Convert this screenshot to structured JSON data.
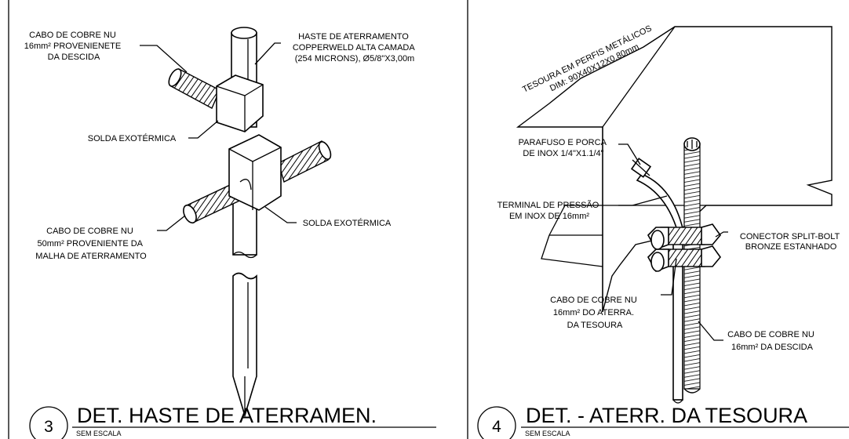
{
  "detail3": {
    "labels": {
      "cable_top": [
        "CABO DE COBRE NU",
        "16mm² PROVENIENETE",
        "DA DESCIDA"
      ],
      "rod": [
        "HASTE DE ATERRAMENTO",
        "COPPERWELD ALTA CAMADA",
        "(254 MICRONS), Ø5/8\"X3,00m"
      ],
      "weld_top": "SOLDA EXOTÉRMICA",
      "weld_bottom": "SOLDA EXOTÉRMICA",
      "cable_bottom": [
        "CABO DE COBRE NU",
        "50mm² PROVENIENTE DA",
        "MALHA DE ATERRAMENTO"
      ]
    },
    "number": "3",
    "title": "DET. HASTE DE ATERRAMEN.",
    "scale": "SEM ESCALA"
  },
  "detail4": {
    "labels": {
      "truss": [
        "TESOURA EM PERFIS METÁLICOS",
        "DIM: 90X40X12X0,80mm"
      ],
      "bolt": [
        "PARAFUSO E PORCA",
        "DE INOX 1/4\"X1.1/4\""
      ],
      "terminal": [
        "TERMINAL DE PRESSÃO",
        "EM INOX DE 16mm²"
      ],
      "connector": [
        "CONECTOR SPLIT-BOLT",
        "BRONZE ESTANHADO"
      ],
      "cable_truss": [
        "CABO DE COBRE NU",
        "16mm² DO ATERRA.",
        "DA TESOURA"
      ],
      "cable_down": [
        "CABO DE COBRE NU",
        "16mm² DA DESCIDA"
      ]
    },
    "number": "4",
    "title": "DET. - ATERR. DA TESOURA",
    "scale": "SEM ESCALA"
  }
}
